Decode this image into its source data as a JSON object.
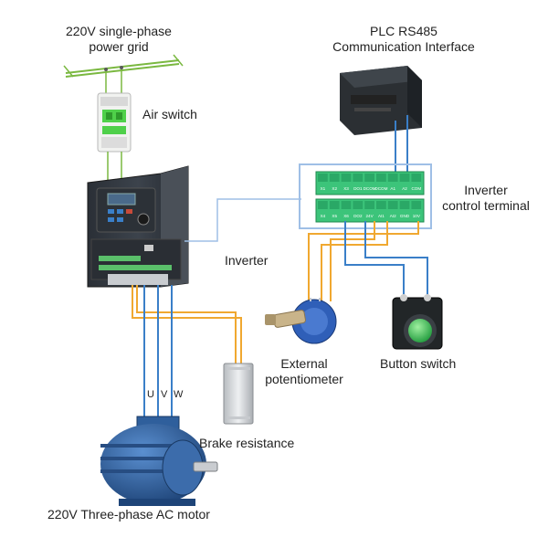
{
  "labels": {
    "grid_line1": "220V single-phase",
    "grid_line2": "power grid",
    "air_switch": "Air switch",
    "plc_line1": "PLC RS485",
    "plc_line2": "Communication Interface",
    "inverter": "Inverter",
    "terminal_line1": "Inverter",
    "terminal_line2": "control terminal",
    "pot_line1": "External",
    "pot_line2": "potentiometer",
    "button_switch": "Button switch",
    "brake": "Brake resistance",
    "motor": "220V Three-phase AC motor",
    "phase_u": "U",
    "phase_v": "V",
    "phase_w": "W"
  },
  "terminals": {
    "top": [
      "X1",
      "X2",
      "X3",
      "DO1",
      "DCOM",
      "DCOM",
      "A1",
      "A2",
      "COM"
    ],
    "bottom": [
      "X4",
      "X5",
      "X6",
      "DO2",
      "24V",
      "AI1",
      "AI2",
      "GND",
      "10V"
    ]
  },
  "colors": {
    "wire_orange": "#f0a830",
    "wire_blue": "#3a7fc8",
    "wire_green": "#7ab840",
    "frame_blue": "#9fbfe6",
    "terminal_green": "#3cc47a",
    "motor_blue": "#2f5f9c"
  }
}
